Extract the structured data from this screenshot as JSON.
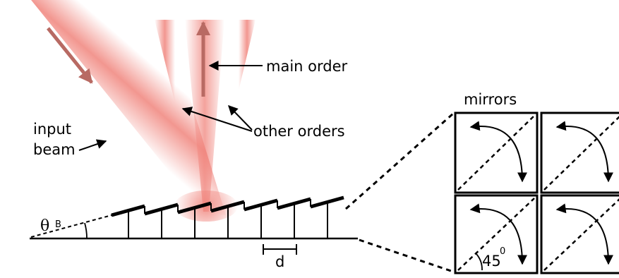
{
  "labels": {
    "input_beam_line1": "input",
    "input_beam_line2": "beam",
    "main_order": "main order",
    "other_orders": "other orders",
    "mirrors": "mirrors",
    "theta_symbol": "θ",
    "theta_subscript": "B",
    "period": "d",
    "angle_value": "45",
    "angle_superscript": "0"
  },
  "colors": {
    "beam": "#f0847c",
    "beam_arrow": "#b86a63",
    "ink": "#000000"
  }
}
